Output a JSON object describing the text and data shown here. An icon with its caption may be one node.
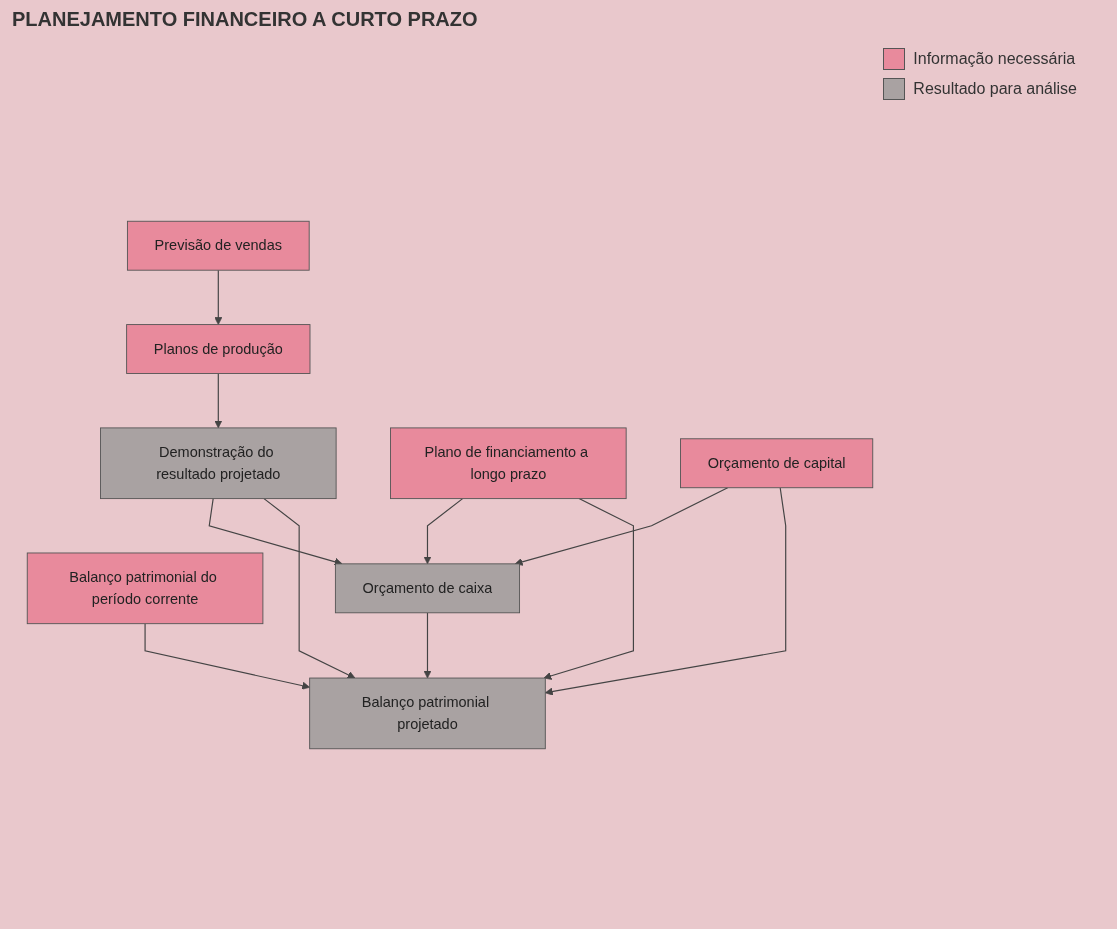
{
  "diagram": {
    "title": "PLANEJAMENTO FINANCEIRO A CURTO PRAZO",
    "nodes": [
      {
        "text": [
          "Previsão de vendas"
        ]
      },
      {
        "text": [
          "Planos de produção"
        ]
      },
      {
        "text": [
          "Plano de financiamento a longo prazo"
        ]
      },
      {
        "text": [
          "Demonstração do resultado projetado"
        ]
      },
      {
        "text": [
          "Orçamento de caixa"
        ]
      },
      {
        "text": [
          "Orçamento de capital"
        ]
      },
      {
        "text": [
          "Balanço patrimonial do período corrente"
        ]
      },
      {
        "text": [
          "Balanço patrimonial projetado"
        ]
      }
    ],
    "edges": [
      {
        "from": 0,
        "to": 1,
        "arrow": "to"
      },
      {
        "from": 1,
        "to": 3,
        "arrow": "to"
      },
      {
        "from": 2,
        "to": 4,
        "arrow": "to"
      },
      {
        "from": 3,
        "to": 4,
        "arrow": "to"
      },
      {
        "from": 5,
        "to": 4,
        "arrow": "to"
      },
      {
        "from": 3,
        "to": 7,
        "arrow": "to"
      },
      {
        "from": 4,
        "to": 7,
        "arrow": "to"
      },
      {
        "from": 5,
        "to": 7,
        "arrow": "to"
      },
      {
        "from": 6,
        "to": 7,
        "arrow": "to"
      },
      {
        "from": 2,
        "to": 7,
        "arrow": "to"
      }
    ],
    "legend": [
      {
        "text": "Informação necessária",
        "color": "#e88a9c"
      },
      {
        "text": "Resultado para análise",
        "color": "#a9a2a2"
      }
    ]
  }
}
